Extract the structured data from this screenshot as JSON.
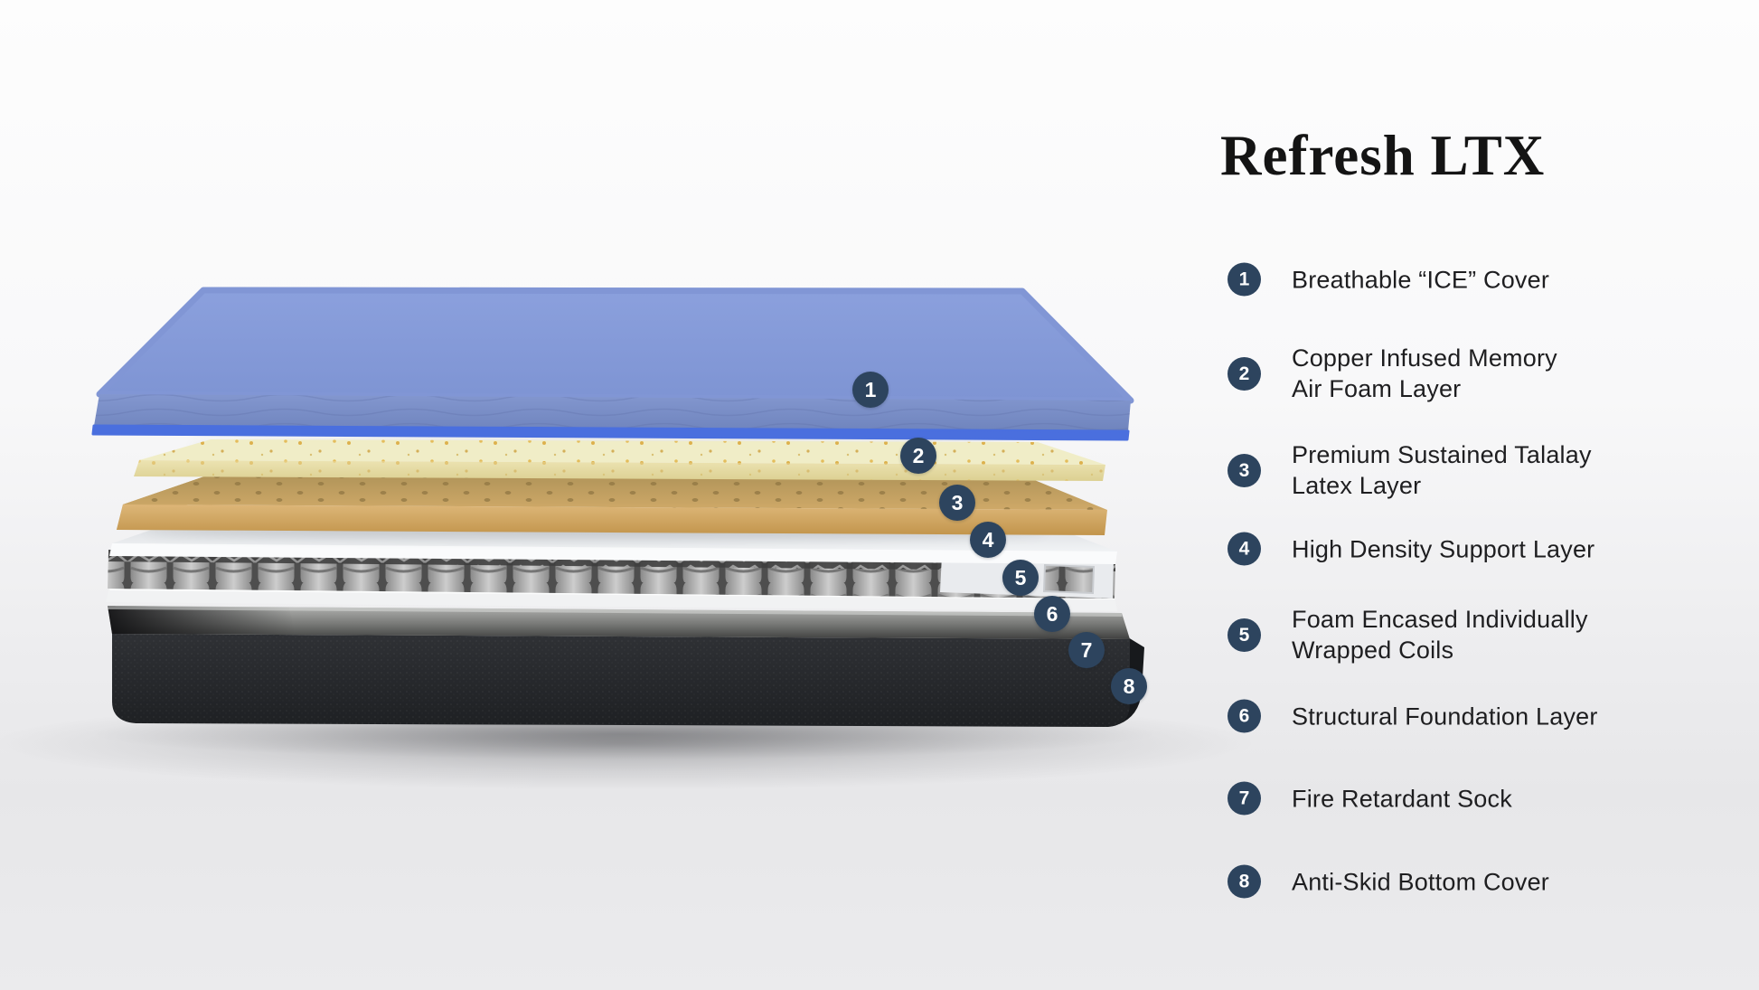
{
  "product": {
    "name": "Refresh LTX"
  },
  "legend": {
    "items": [
      {
        "number": "1",
        "label": "Breathable “ICE” Cover"
      },
      {
        "number": "2",
        "label": "Copper Infused Memory\nAir Foam Layer"
      },
      {
        "number": "3",
        "label": "Premium Sustained Talalay\nLatex Layer"
      },
      {
        "number": "4",
        "label": "High Density Support Layer"
      },
      {
        "number": "5",
        "label": "Foam Encased Individually\nWrapped Coils"
      },
      {
        "number": "6",
        "label": "Structural Foundation Layer"
      },
      {
        "number": "7",
        "label": "Fire Retardant Sock"
      },
      {
        "number": "8",
        "label": "Anti-Skid Bottom Cover"
      }
    ]
  },
  "diagram": {
    "markers": [
      {
        "number": "1"
      },
      {
        "number": "2"
      },
      {
        "number": "3"
      },
      {
        "number": "4"
      },
      {
        "number": "5"
      },
      {
        "number": "6"
      },
      {
        "number": "7"
      },
      {
        "number": "8"
      }
    ]
  },
  "colors": {
    "badge_navy": "#2d445e",
    "badge_text": "#ffffff",
    "title_text": "#141414",
    "legend_text": "#1e1e20",
    "cover_blue_top": "#8096d6",
    "cover_blue_rim": "#4a6fde",
    "memory_foam_cream": "#efecc6",
    "foam_speckle_orange": "#d8a22e",
    "latex_tan": "#cfa968",
    "support_foam_white": "#f4f5f6",
    "coil_gray": "#c0c0c0",
    "foundation_white": "#f1f2f3",
    "fire_sock_gray": "#8c8d8b",
    "base_charcoal": "#26282b",
    "background_light": "#f8f8f9"
  }
}
